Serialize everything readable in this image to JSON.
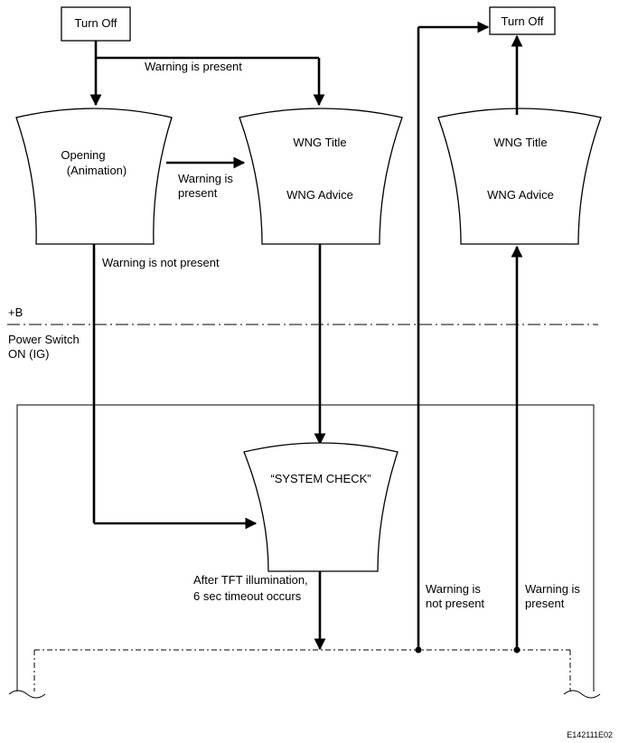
{
  "boxes": {
    "turn_off_left": "Turn Off",
    "turn_off_right": "Turn Off"
  },
  "screens": {
    "opening_line1": "Opening",
    "opening_line2": "(Animation)",
    "wng_left_title": "WNG Title",
    "wng_left_advice": "WNG Advice",
    "wng_right_title": "WNG Title",
    "wng_right_advice": "WNG Advice",
    "system_check": "“SYSTEM CHECK”"
  },
  "labels": {
    "warning_present_top": "Warning is present",
    "warning_is": "Warning is",
    "present": "present",
    "warning_not_present": "Warning is not present",
    "plus_b": "+B",
    "power_switch_line1": "Power Switch",
    "power_switch_line2": "ON (IG)",
    "after_tft_line1": "After TFT illumination,",
    "after_tft_line2": "6 sec  timeout occurs",
    "right_not_present_line1": "Warning is",
    "right_not_present_line2": "not present",
    "right_present_line1": "Warning is",
    "right_present_line2": "present"
  },
  "figure_code": "E142111E02"
}
